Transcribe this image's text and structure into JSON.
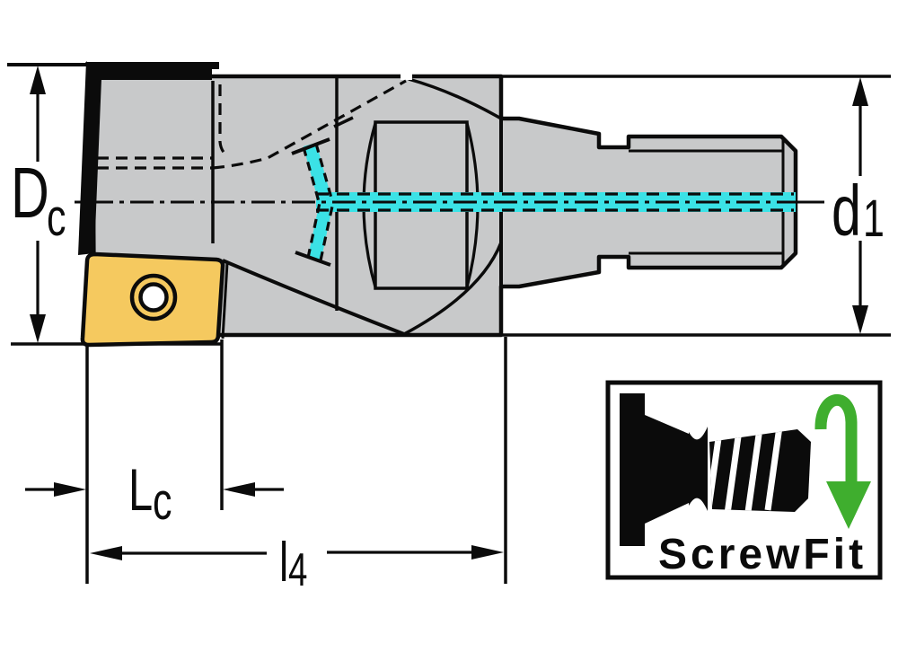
{
  "meta": {
    "description": "Technical line drawing of an indexable milling cutter with ScrewFit adaption, side view with dimension symbols"
  },
  "dimensions": {
    "cutting_diameter": {
      "symbol": "D",
      "subscript": "c"
    },
    "adaption_diameter": {
      "symbol": "d",
      "subscript": "1"
    },
    "cutting_edge_length": {
      "symbol": "L",
      "subscript": "c"
    },
    "projection_length": {
      "symbol": "l",
      "subscript": "4"
    }
  },
  "logo": {
    "label": "ScrewFit"
  },
  "colors": {
    "body_gray": "#C8C9CA",
    "insert_yellow": "#F5C95F",
    "coolant_cyan": "#3BE2E6",
    "arrow_green": "#3FAE2E",
    "line_black": "#0B0B0B",
    "bg_white": "#FFFFFF"
  }
}
